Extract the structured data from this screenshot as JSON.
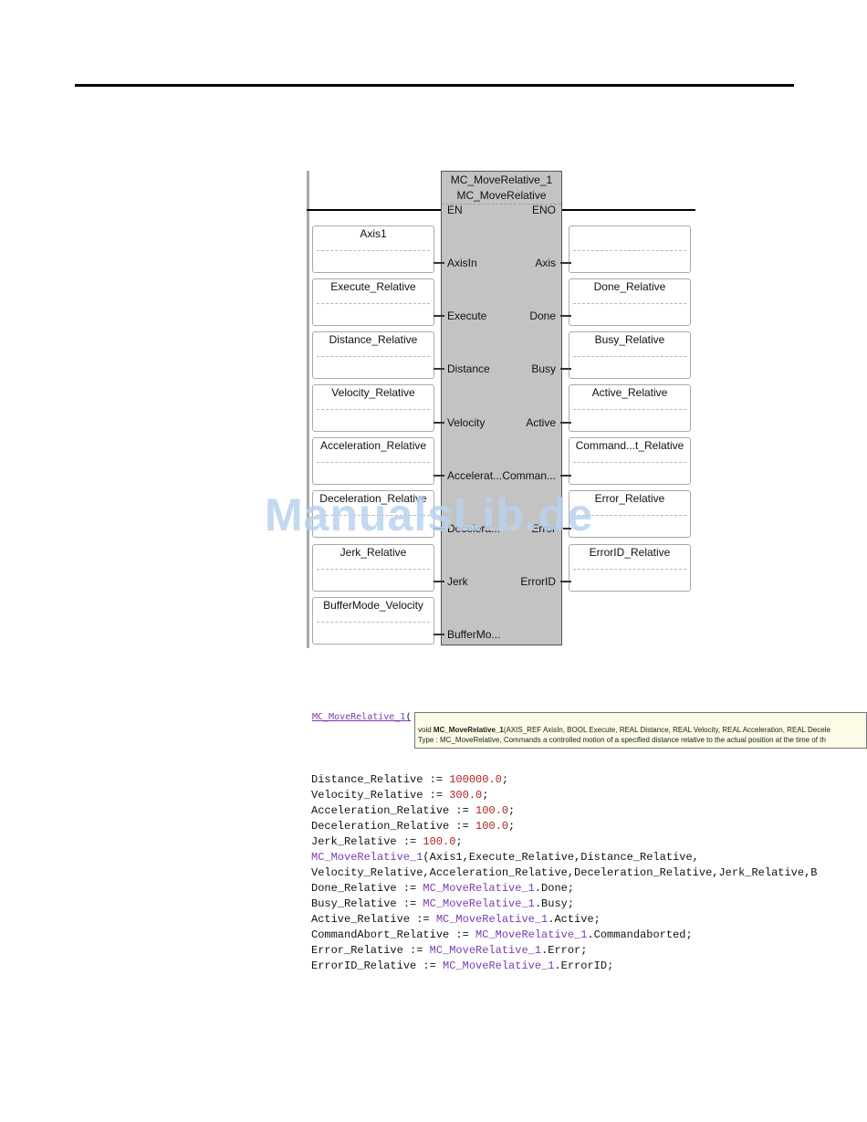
{
  "block": {
    "instance_name": "MC_MoveRelative_1",
    "type_name": "MC_MoveRelative",
    "en": "EN",
    "eno": "ENO",
    "inputs": [
      "AxisIn",
      "Execute",
      "Distance",
      "Velocity",
      "Accelerat...",
      "Decelera...",
      "Jerk",
      "BufferMo..."
    ],
    "outputs": [
      "Axis",
      "Done",
      "Busy",
      "Active",
      "Comman...",
      "Error",
      "ErrorID"
    ]
  },
  "input_vars": [
    "Axis1",
    "Execute_Relative",
    "Distance_Relative",
    "Velocity_Relative",
    "Acceleration_Relative",
    "Deceleration_Relative",
    "Jerk_Relative",
    "BufferMode_Velocity"
  ],
  "output_vars": [
    "",
    "Done_Relative",
    "Busy_Relative",
    "Active_Relative",
    "Command...t_Relative",
    "Error_Relative",
    "ErrorID_Relative"
  ],
  "watermark": "ManualsLib.de",
  "code": {
    "header": "MC_MoveRelative_1",
    "header_paren": "(",
    "tooltip_line1_prefix": "void ",
    "tooltip_line1_name": "MC_MoveRelative_1",
    "tooltip_line1_rest": "(AXIS_REF AxisIn, BOOL Execute, REAL Distance, REAL Velocity, REAL Acceleration, REAL Decele",
    "tooltip_line2": "Type : MC_MoveRelative, Commands a controlled motion of a specified distance relative to the actual position at the time of th",
    "lines": {
      "l1a": "Distance_Relative := ",
      "l1n": "100000.0",
      "l1b": ";",
      "l2a": "Velocity_Relative := ",
      "l2n": "300.0",
      "l2b": ";",
      "l3a": "Acceleration_Relative := ",
      "l3n": "100.0",
      "l3b": ";",
      "l4a": "Deceleration_Relative := ",
      "l4n": "100.0",
      "l4b": ";",
      "l5a": "Jerk_Relative := ",
      "l5n": "100.0",
      "l5b": ";",
      "l6k": "MC_MoveRelative_1",
      "l6b": "(Axis1,Execute_Relative,Distance_Relative,",
      "l7": "Velocity_Relative,Acceleration_Relative,Deceleration_Relative,Jerk_Relative,B",
      "l8a": "Done_Relative := ",
      "l8k": "MC_MoveRelative_1",
      "l8b": ".Done;",
      "l9a": "Busy_Relative := ",
      "l9k": "MC_MoveRelative_1",
      "l9b": ".Busy;",
      "l10a": "Active_Relative := ",
      "l10k": "MC_MoveRelative_1",
      "l10b": ".Active;",
      "l11a": "CommandAbort_Relative := ",
      "l11k": "MC_MoveRelative_1",
      "l11b": ".Commandaborted;",
      "l12a": "Error_Relative := ",
      "l12k": "MC_MoveRelative_1",
      "l12b": ".Error;",
      "l13a": "ErrorID_Relative := ",
      "l13k": "MC_MoveRelative_1",
      "l13b": ".ErrorID;"
    }
  }
}
